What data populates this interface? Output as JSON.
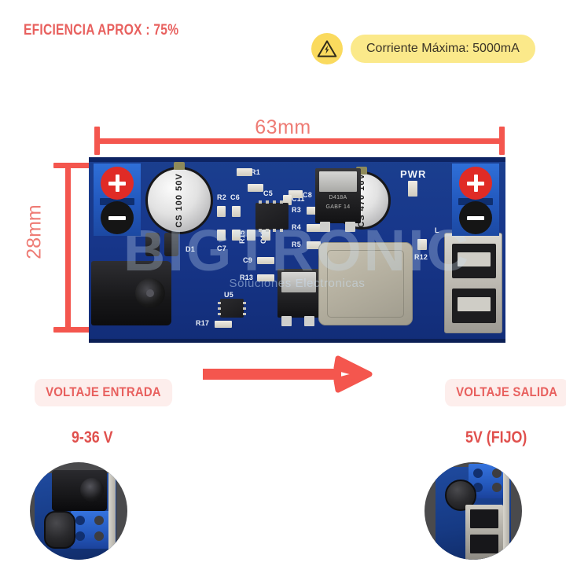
{
  "header": {
    "efficiency_text": "EFICIENCIA APROX : 75%",
    "current_badge_text": "Corriente Máxima: 5000mA",
    "warning_icon": "electrical-hazard-triangle-icon"
  },
  "dimensions": {
    "width_label": "63mm",
    "height_label": "28mm"
  },
  "board": {
    "watermark_main": "BIGTRONIC",
    "watermark_sub": "Soluciones Electronicas",
    "terminals": {
      "plus_symbol": "+",
      "minus_symbol": "−"
    },
    "components": {
      "cap_left": "CS 100 50V",
      "cap_right": "CS 470 16V",
      "transistor_line1": "D418A",
      "transistor_line2": "GABF 14",
      "power_label": "PWR"
    },
    "silkscreen": [
      "R1",
      "R2",
      "C6",
      "C5",
      "C8",
      "R3",
      "R4",
      "R5",
      "C7",
      "R15",
      "C12",
      "C9",
      "R13",
      "U5",
      "R17",
      "D1",
      "C11",
      "R12",
      "L"
    ]
  },
  "flow": {
    "arrow_icon": "right-arrow-icon"
  },
  "input_section": {
    "label": "VOLTAJE ENTRADA",
    "value": "9-36 V",
    "photo": "dc-jack-terminal-closeup-photo"
  },
  "output_section": {
    "label": "VOLTAJE SALIDA",
    "value": "5V (FIJO)",
    "photo": "usb-ports-closeup-photo"
  },
  "colors": {
    "accent_red": "#e8605e",
    "dimension_red": "#f4564e",
    "badge_yellow": "#fbe98a",
    "icon_yellow": "#fada5e",
    "pill_pink": "#fdeeec",
    "pcb_blue": "#1b3f8f",
    "terminal_blue": "#2458bc"
  }
}
